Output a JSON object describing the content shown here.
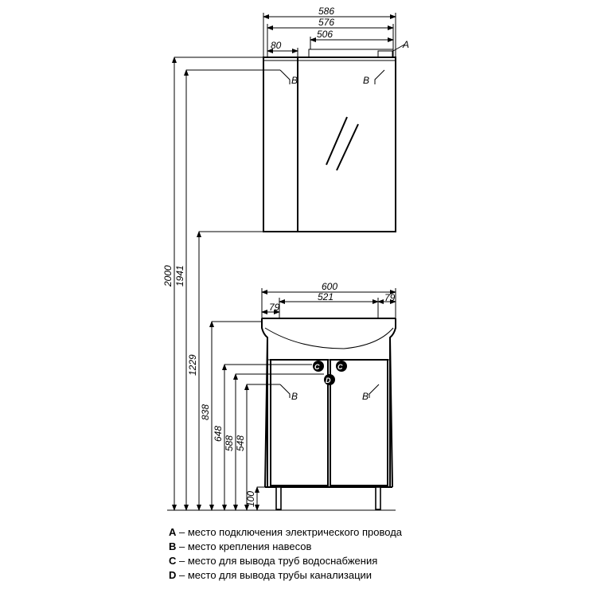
{
  "dimensions": {
    "mirror_width": "586",
    "mirror_inner_width": "576",
    "mirror_lamp_width": "506",
    "mirror_side_width": "80",
    "vanity_width": "600",
    "vanity_inner_width": "521",
    "vanity_left_offset": "79",
    "vanity_right_offset": "79",
    "height_total": "2000",
    "height_mirror_mount": "1941",
    "height_mirror_bottom": "1229",
    "height_vanity_top": "838",
    "height_vanity_mount": "648",
    "height_pipe_c": "588",
    "height_pipe_d": "548",
    "height_legs": "100"
  },
  "markers": {
    "a": "A",
    "b": "B",
    "c": "C",
    "d": "D"
  },
  "legend": [
    {
      "letter": "A",
      "text": " – место подключения электрического провода"
    },
    {
      "letter": "B",
      "text": " – место крепления навесов"
    },
    {
      "letter": "C",
      "text": " – место для вывода труб водоснабжения"
    },
    {
      "letter": "D",
      "text": " – место для вывода трубы канализации"
    }
  ]
}
